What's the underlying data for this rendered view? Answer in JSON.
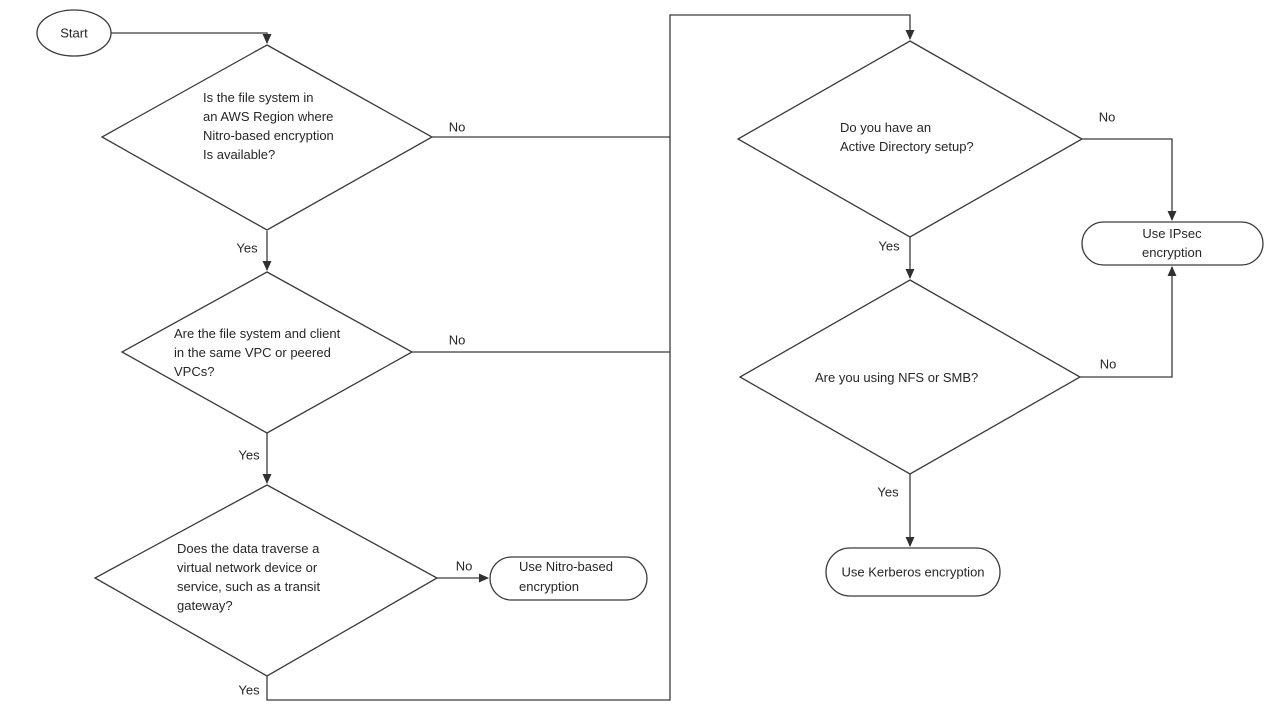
{
  "flowchart": {
    "start": {
      "label": "Start"
    },
    "decisions": [
      {
        "id": "nitro-region",
        "question": "Is the file system in\nan AWS Region where\nNitro-based encryption\nIs available?"
      },
      {
        "id": "same-vpc",
        "question": "Are the file system and client\nin the same VPC or peered\nVPCs?"
      },
      {
        "id": "virtual-device",
        "question": "Does the data traverse a\nvirtual network device or\nservice, such as a transit\ngateway?"
      },
      {
        "id": "active-directory",
        "question": "Do you have an\nActive Directory setup?"
      },
      {
        "id": "nfs-smb",
        "question": "Are you using NFS or SMB?"
      }
    ],
    "terminals": [
      {
        "id": "nitro",
        "label": "Use Nitro-based\nencryption"
      },
      {
        "id": "ipsec",
        "label": "Use IPsec encryption"
      },
      {
        "id": "kerberos",
        "label": "Use Kerberos encryption"
      }
    ],
    "edges": [
      {
        "from": "start",
        "to": "nitro-region",
        "label": ""
      },
      {
        "from": "nitro-region",
        "to": "same-vpc",
        "label": "Yes"
      },
      {
        "from": "nitro-region",
        "to": "active-directory",
        "label": "No"
      },
      {
        "from": "same-vpc",
        "to": "virtual-device",
        "label": "Yes"
      },
      {
        "from": "same-vpc",
        "to": "active-directory",
        "label": "No"
      },
      {
        "from": "virtual-device",
        "to": "nitro",
        "label": "No"
      },
      {
        "from": "virtual-device",
        "to": "active-directory",
        "label": "Yes"
      },
      {
        "from": "active-directory",
        "to": "nfs-smb",
        "label": "Yes"
      },
      {
        "from": "active-directory",
        "to": "ipsec",
        "label": "No"
      },
      {
        "from": "nfs-smb",
        "to": "ipsec",
        "label": "No"
      },
      {
        "from": "nfs-smb",
        "to": "kerberos",
        "label": "Yes"
      }
    ],
    "colors": {
      "line": "#3a3a3a",
      "text": "#262626",
      "background": "#ffffff"
    }
  }
}
